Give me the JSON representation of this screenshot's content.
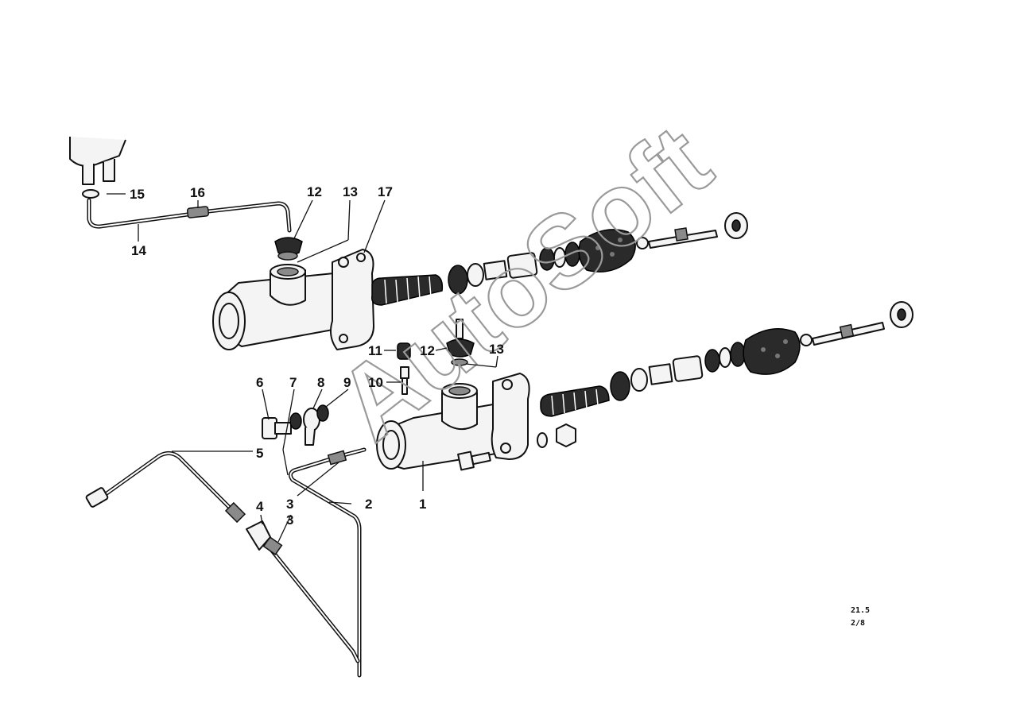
{
  "watermark": "AutoSoft",
  "reference": {
    "line1": "21.5",
    "line2": "2/8"
  },
  "callouts": [
    {
      "id": "c1",
      "label": "1"
    },
    {
      "id": "c2",
      "label": "2"
    },
    {
      "id": "c3a",
      "label": "3"
    },
    {
      "id": "c3b",
      "label": "3"
    },
    {
      "id": "c4",
      "label": "4"
    },
    {
      "id": "c5",
      "label": "5"
    },
    {
      "id": "c6",
      "label": "6"
    },
    {
      "id": "c7",
      "label": "7"
    },
    {
      "id": "c8",
      "label": "8"
    },
    {
      "id": "c9",
      "label": "9"
    },
    {
      "id": "c10",
      "label": "10"
    },
    {
      "id": "c11",
      "label": "11"
    },
    {
      "id": "c12a",
      "label": "12"
    },
    {
      "id": "c12b",
      "label": "12"
    },
    {
      "id": "c13a",
      "label": "13"
    },
    {
      "id": "c13b",
      "label": "13"
    },
    {
      "id": "c14",
      "label": "14"
    },
    {
      "id": "c15",
      "label": "15"
    },
    {
      "id": "c16",
      "label": "16"
    },
    {
      "id": "c17",
      "label": "17"
    }
  ],
  "colors": {
    "ink": "#111111",
    "watermark": "#9a9a9a",
    "paper": "#ffffff"
  }
}
